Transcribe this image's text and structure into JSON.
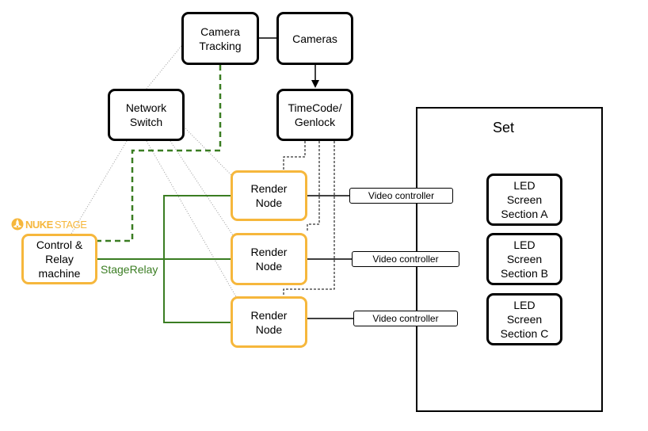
{
  "nodes": {
    "camera_tracking": "Camera\nTracking",
    "cameras": "Cameras",
    "network_switch": "Network\nSwitch",
    "timecode": "TimeCode/\nGenlock",
    "control_relay": "Control &\nRelay\nmachine",
    "render_nodes": [
      "Render\nNode",
      "Render\nNode",
      "Render\nNode"
    ],
    "led_sections": [
      "LED\nScreen\nSection A",
      "LED\nScreen\nSection B",
      "LED\nScreen\nSection C"
    ]
  },
  "video_controllers": [
    "Video controller",
    "Video controller",
    "Video controller"
  ],
  "set_label": "Set",
  "relay_label": "StageRelay",
  "logo": {
    "word1": "NUKE",
    "word2": "STAGE",
    "icon": "nukestage-logo-icon"
  },
  "colors": {
    "accent_orange": "#f6b73c",
    "relay_green": "#3a7d22",
    "dotted_gray": "#9a9a9a"
  }
}
